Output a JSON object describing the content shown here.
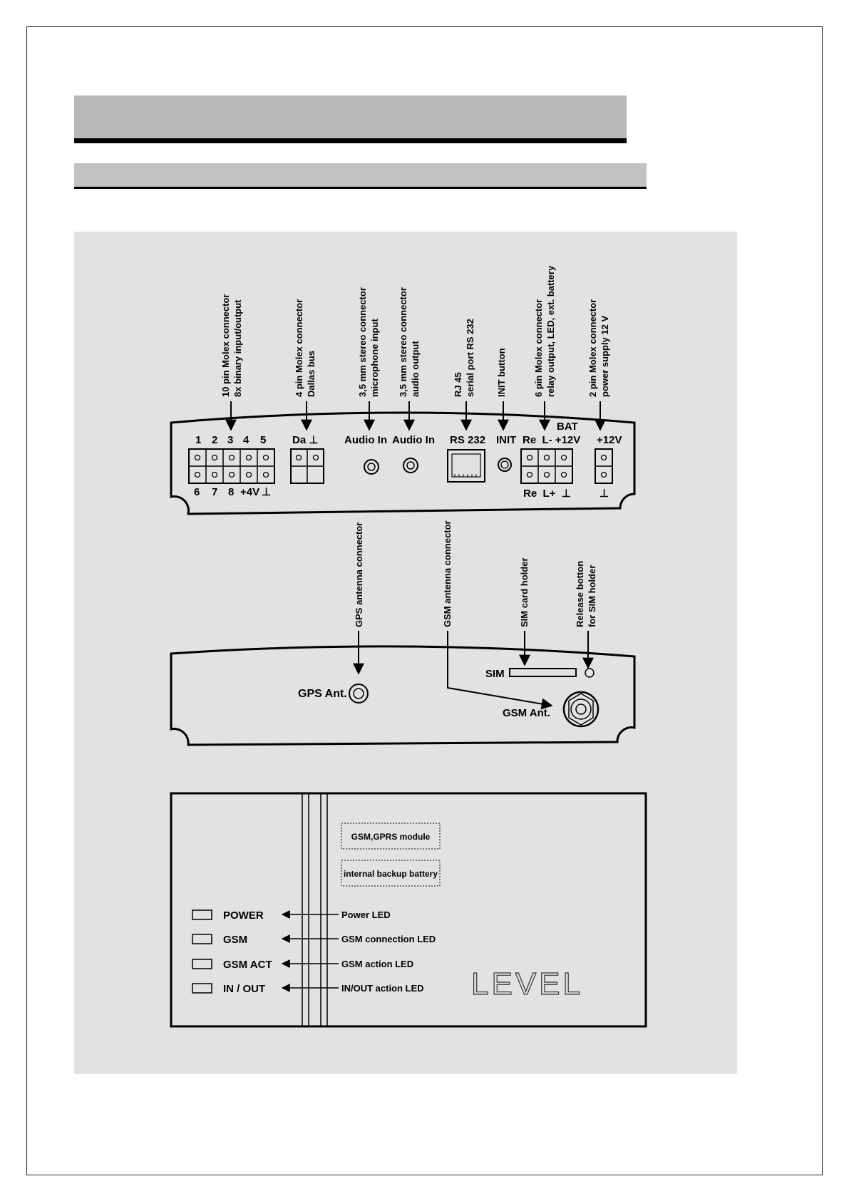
{
  "connector_panel": {
    "callouts": {
      "molex10": [
        "10 pin Molex connector",
        "8x binary input/output"
      ],
      "molex4": [
        "4 pin Molex connector",
        "Dallas bus"
      ],
      "audio_mic": [
        "3,5 mm stereo connector",
        "microphone input"
      ],
      "audio_out": [
        "3,5 mm stereo connector",
        "audio output"
      ],
      "rj45": [
        "RJ 45",
        "serial port RS 232"
      ],
      "init": [
        "INIT button"
      ],
      "molex6": [
        "6 pin Molex connector",
        "relay output, LED, ext. battery"
      ],
      "molex2": [
        "2 pin Molex connector",
        "power supply 12 V"
      ]
    },
    "labels": {
      "pins_top": [
        "1",
        "2",
        "3",
        "4",
        "5"
      ],
      "pins_bottom": [
        "6",
        "7",
        "8",
        "+4V",
        "⊥"
      ],
      "dallas": "Da ⊥",
      "audio_in_1": "Audio In",
      "audio_in_2": "Audio In",
      "rs232": "RS 232",
      "init": "INIT",
      "bat": "BAT",
      "relay_top": "Re  L- +12V",
      "relay_bottom": "Re  L+  ⊥",
      "power_top": "+12V",
      "power_bottom": "⊥"
    }
  },
  "antenna_panel": {
    "callouts": {
      "gps": "GPS antenna connector",
      "gsm": "GSM antenna connector",
      "sim": "SIM card holder",
      "release": [
        "Release botton",
        "for SIM holder"
      ]
    },
    "labels": {
      "gps": "GPS Ant.",
      "gsm": "GSM Ant.",
      "sim": "SIM"
    }
  },
  "top_view": {
    "modules": [
      "GSM,GPRS module",
      "internal backup battery"
    ],
    "leds": [
      {
        "name": "POWER",
        "desc": "Power LED"
      },
      {
        "name": "GSM",
        "desc": "GSM connection LED"
      },
      {
        "name": "GSM ACT",
        "desc": "GSM action LED"
      },
      {
        "name": "IN / OUT",
        "desc": "IN/OUT action LED"
      }
    ],
    "logo": "LEVEL"
  }
}
